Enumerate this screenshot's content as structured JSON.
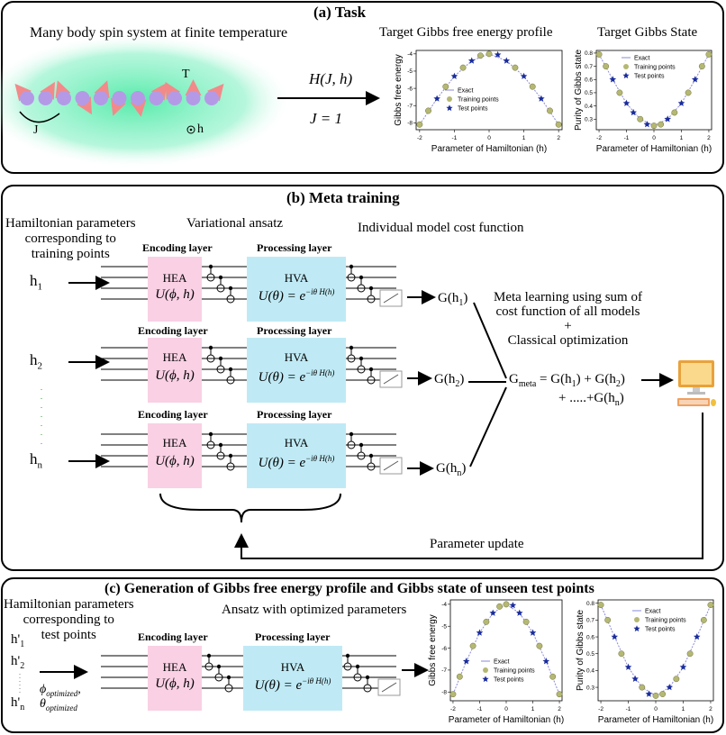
{
  "panel_a": {
    "title": "(a)  Task",
    "subtitle": "Many body spin system at finite temperature",
    "label_T": "T",
    "label_J": "J",
    "label_h": "h",
    "arrow_top": "H(J, h)",
    "arrow_bottom": "J = 1",
    "chart1_title": "Target Gibbs free energy profile",
    "chart2_title": "Target Gibbs State"
  },
  "panel_b": {
    "title": "(b)  Meta training",
    "left_header": "Hamiltonian parameters\ncorresponding to\ntraining points",
    "ansatz_header": "Variational ansatz",
    "cost_header": "Individual model cost function",
    "encoding_label": "Encoding layer",
    "processing_label": "Processing layer",
    "hea": "HEA",
    "hea_formula": "U(ϕ, h)",
    "hva": "HVA",
    "hva_formula": "U(θ) = e",
    "hva_exp": "−iθ H(h)",
    "rows": [
      {
        "input": "h",
        "sub": "1",
        "out": "G(h",
        "out_sub": "1",
        "close": ")"
      },
      {
        "input": "h",
        "sub": "2",
        "out": "G(h",
        "out_sub": "2",
        "close": ")"
      },
      {
        "input": "h",
        "sub": "n",
        "out": "G(h",
        "out_sub": "n",
        "close": ")"
      }
    ],
    "meta_text": "Meta learning using sum of\ncost function of all models\n+\nClassical optimization",
    "gmeta_lhs": "G",
    "gmeta_sub": "meta",
    "gmeta_rhs": "= G(h",
    "gmeta_terms": [
      "1",
      "2"
    ],
    "gmeta_line2": "+ .....+G(h",
    "gmeta_line2_sub": "n",
    "param_update": "Parameter update"
  },
  "panel_c": {
    "title": "(c)  Generation of Gibbs free energy profile and Gibbs state of unseen test points",
    "left_header": "Hamiltonian parameters\ncorresponding to\ntest points",
    "ansatz_header": "Ansatz with optimized parameters",
    "inputs": [
      "h'",
      "h'",
      "h'"
    ],
    "input_subs": [
      "1",
      "2",
      "n"
    ],
    "phi_opt": "ϕ",
    "phi_sub": "optimized",
    "theta_opt": "θ",
    "theta_sub": "optimized"
  },
  "chart_data": [
    {
      "type": "scatter",
      "id": "a-free-energy",
      "xlabel": "Parameter of Hamiltonian (h)",
      "ylabel": "Gibbs free energy",
      "xlim": [
        -2.1,
        2.1
      ],
      "ylim": [
        -8.4,
        -3.8
      ],
      "xticks": [
        "-2",
        "-1",
        "0",
        "1",
        "2"
      ],
      "yticks": [
        "-4",
        "-5",
        "-6",
        "-7",
        "-8"
      ],
      "legend": [
        "Exact",
        "Training points",
        "Test points"
      ],
      "exact": {
        "x": [
          -2,
          -1.5,
          -1,
          -0.5,
          0,
          0.5,
          1,
          1.5,
          2
        ],
        "y": [
          -8.1,
          -6.6,
          -5.3,
          -4.4,
          -4.0,
          -4.4,
          -5.3,
          -6.6,
          -8.1
        ]
      },
      "training": {
        "x": [
          -2,
          -1.75,
          -1.25,
          -0.75,
          -0.25,
          0.0,
          0.75,
          1.25,
          1.75,
          2.0
        ],
        "y": [
          -8.1,
          -7.3,
          -5.9,
          -4.8,
          -4.1,
          -4.0,
          -4.8,
          -5.9,
          -7.3,
          -8.1
        ]
      },
      "test": {
        "x": [
          -1.5,
          -1.0,
          -0.5,
          0.25,
          0.5,
          1.0,
          1.5
        ],
        "y": [
          -6.6,
          -5.3,
          -4.4,
          -4.05,
          -4.4,
          -5.3,
          -6.6
        ]
      }
    },
    {
      "type": "scatter",
      "id": "a-purity",
      "xlabel": "Parameter of Hamiltonian (h)",
      "ylabel": "Purity of Gibbs state",
      "xlim": [
        -2.1,
        2.1
      ],
      "ylim": [
        0.22,
        0.82
      ],
      "xticks": [
        "-2",
        "-1",
        "0",
        "1",
        "2"
      ],
      "yticks": [
        "0.8",
        "0.7",
        "0.6",
        "0.5",
        "0.4",
        "0.3"
      ],
      "legend": [
        "Exact",
        "Training points",
        "Test points"
      ],
      "exact": {
        "x": [
          -2,
          -1.5,
          -1,
          -0.5,
          0,
          0.5,
          1,
          1.5,
          2
        ],
        "y": [
          0.79,
          0.6,
          0.42,
          0.3,
          0.25,
          0.3,
          0.42,
          0.6,
          0.79
        ]
      },
      "training": {
        "x": [
          -2,
          -1.75,
          -1.25,
          -0.5,
          0.0,
          0.25,
          0.75,
          1.25,
          1.75,
          2.0
        ],
        "y": [
          0.79,
          0.7,
          0.5,
          0.3,
          0.25,
          0.26,
          0.35,
          0.5,
          0.7,
          0.79
        ]
      },
      "test": {
        "x": [
          -1.5,
          -1.0,
          -0.75,
          -0.25,
          0.5,
          1.0,
          1.5
        ],
        "y": [
          0.6,
          0.42,
          0.35,
          0.26,
          0.3,
          0.42,
          0.6
        ]
      }
    },
    {
      "type": "scatter",
      "id": "c-free-energy",
      "xlabel": "Parameter of Hamiltonian (h)",
      "ylabel": "Gibbs free energy",
      "xlim": [
        -2.1,
        2.1
      ],
      "ylim": [
        -8.4,
        -3.8
      ],
      "xticks": [
        "-2",
        "-1",
        "0",
        "1",
        "2"
      ],
      "yticks": [
        "-4",
        "-5",
        "-6",
        "-7",
        "-8"
      ],
      "legend": [
        "Exact",
        "Training points",
        "Test points"
      ],
      "exact": {
        "x": [
          -2,
          -1.5,
          -1,
          -0.5,
          0,
          0.5,
          1,
          1.5,
          2
        ],
        "y": [
          -8.1,
          -6.6,
          -5.3,
          -4.4,
          -4.0,
          -4.4,
          -5.3,
          -6.6,
          -8.1
        ]
      },
      "training": {
        "x": [
          -2,
          -1.75,
          -1.25,
          -0.75,
          -0.25,
          0.0,
          0.75,
          1.25,
          1.75,
          2.0
        ],
        "y": [
          -8.1,
          -7.3,
          -5.9,
          -4.8,
          -4.1,
          -4.0,
          -4.8,
          -5.9,
          -7.3,
          -8.1
        ]
      },
      "test": {
        "x": [
          -1.5,
          -1.0,
          -0.5,
          0.25,
          0.5,
          1.0,
          1.5
        ],
        "y": [
          -6.6,
          -5.3,
          -4.4,
          -4.05,
          -4.4,
          -5.3,
          -6.6
        ]
      }
    },
    {
      "type": "scatter",
      "id": "c-purity",
      "xlabel": "Parameter of Hamiltonian (h)",
      "ylabel": "Purity of Gibbs state",
      "xlim": [
        -2.1,
        2.1
      ],
      "ylim": [
        0.22,
        0.82
      ],
      "xticks": [
        "-2",
        "-1",
        "0",
        "1",
        "2"
      ],
      "yticks": [
        "0.8",
        "0.7",
        "0.6",
        "0.5",
        "0.4",
        "0.3"
      ],
      "legend": [
        "Exact",
        "Training points",
        "Test points"
      ],
      "exact": {
        "x": [
          -2,
          -1.5,
          -1,
          -0.5,
          0,
          0.5,
          1,
          1.5,
          2
        ],
        "y": [
          0.79,
          0.6,
          0.42,
          0.3,
          0.25,
          0.3,
          0.42,
          0.6,
          0.79
        ]
      },
      "training": {
        "x": [
          -2,
          -1.75,
          -1.25,
          -0.5,
          0.0,
          0.25,
          0.75,
          1.25,
          1.75,
          2.0
        ],
        "y": [
          0.79,
          0.7,
          0.5,
          0.3,
          0.25,
          0.26,
          0.35,
          0.5,
          0.7,
          0.79
        ]
      },
      "test": {
        "x": [
          -1.5,
          -1.0,
          -0.75,
          -0.25,
          0.5,
          1.0,
          1.5
        ],
        "y": [
          0.6,
          0.42,
          0.35,
          0.26,
          0.3,
          0.42,
          0.6
        ]
      }
    }
  ],
  "colors": {
    "hea": "#f9d0e4",
    "hva": "#bfeaf5",
    "spin": "#b49ae6",
    "arrow": "#f28a8a",
    "glow": "#4eeaa6",
    "exact_line": "#8a8ad8",
    "training": "#b5b873",
    "test": "#1a2c9c"
  }
}
